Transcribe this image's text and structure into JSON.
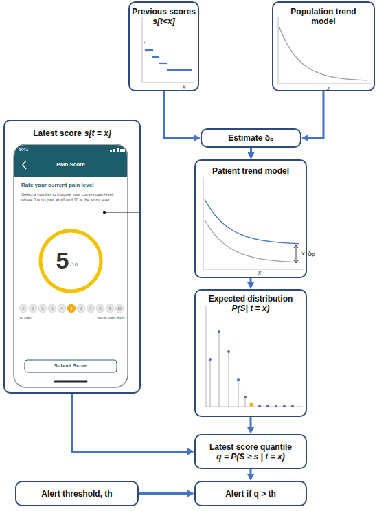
{
  "diagram": {
    "nodes": [
      {
        "text": [
          "Previous scores",
          "s[t<x]"
        ]
      },
      {
        "text": [
          "Population trend model"
        ]
      },
      {
        "text": [
          "Latest score",
          "s[t = x]"
        ]
      },
      {
        "text": [
          "Estimate δₚ"
        ]
      },
      {
        "text": [
          "Patient trend model"
        ]
      },
      {
        "text": [
          "Expected distribution",
          "P(S| t = x)"
        ]
      },
      {
        "text": [
          "Latest score quantile",
          "q = P(S ≥ s | t = x)"
        ]
      },
      {
        "text": [
          "Alert threshold, th"
        ]
      },
      {
        "text": [
          "Alert if q > th"
        ]
      }
    ],
    "edges": [
      {
        "from": 0,
        "to": 3,
        "arrow": "to"
      },
      {
        "from": 1,
        "to": 3,
        "arrow": "to"
      },
      {
        "from": 3,
        "to": 4,
        "arrow": "to"
      },
      {
        "from": 4,
        "to": 5,
        "arrow": "to"
      },
      {
        "from": 5,
        "to": 6,
        "arrow": "to"
      },
      {
        "from": 2,
        "to": 6,
        "arrow": "to"
      },
      {
        "from": 6,
        "to": 8,
        "arrow": "to"
      },
      {
        "from": 7,
        "to": 8,
        "arrow": "to"
      }
    ],
    "labels": [
      "x",
      "x",
      "9:41",
      "Pain Score",
      "Rate your current pain level",
      "Select a number to indicate your current pain level, where 0 is no pain at all and 10 is the worst ever.",
      "5",
      "/10",
      "0",
      "1",
      "2",
      "3",
      "4",
      "5",
      "6",
      "7",
      "8",
      "9",
      "10",
      "no pain",
      "worst pain ever",
      "Submit Score",
      "∝ δₚ",
      "x"
    ]
  }
}
